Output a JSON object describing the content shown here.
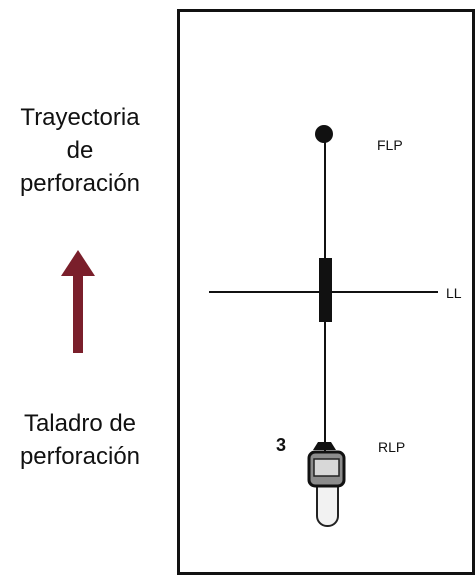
{
  "left_labels": {
    "top": [
      "Trayectoria",
      "de",
      "perforación"
    ],
    "bottom": [
      "Taladro de",
      "perforación"
    ]
  },
  "diagram": {
    "flp_label": "FLP",
    "ll_label": "LL",
    "rlp_label": "RLP",
    "number_label": "3"
  },
  "colors": {
    "arrow": "#7a1f2b",
    "lines": "#111111"
  }
}
